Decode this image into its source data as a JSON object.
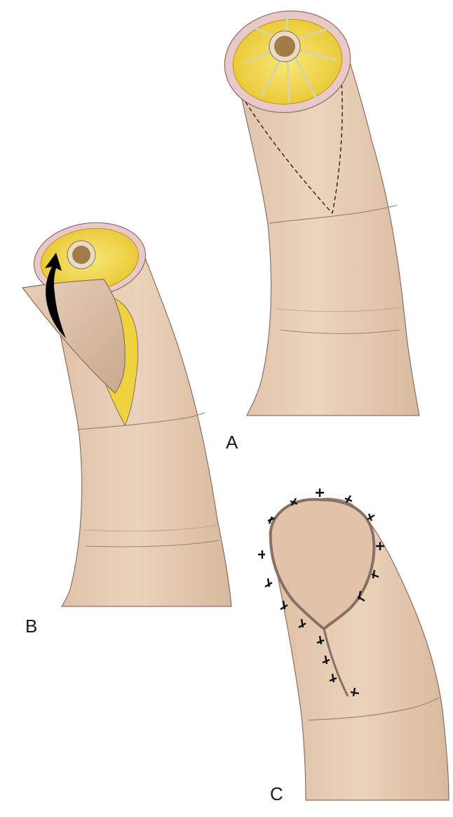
{
  "panels": {
    "a": {
      "label": "A"
    },
    "b": {
      "label": "B"
    },
    "c": {
      "label": "C"
    }
  },
  "colors": {
    "skin": "#e8cdb4",
    "skin_shadow": "#d4b397",
    "outline": "#8a6f66",
    "stump_rim": "#e9c9c8",
    "fat": "#f2d945",
    "fat_dark": "#c9a92a",
    "bone": "#c9a26b",
    "bone_marrow": "#a47c48",
    "suture": "#111111",
    "arrow": "#000000",
    "incision_line": "#222222"
  },
  "icons": {
    "arrow": "curved-arrow-icon"
  }
}
